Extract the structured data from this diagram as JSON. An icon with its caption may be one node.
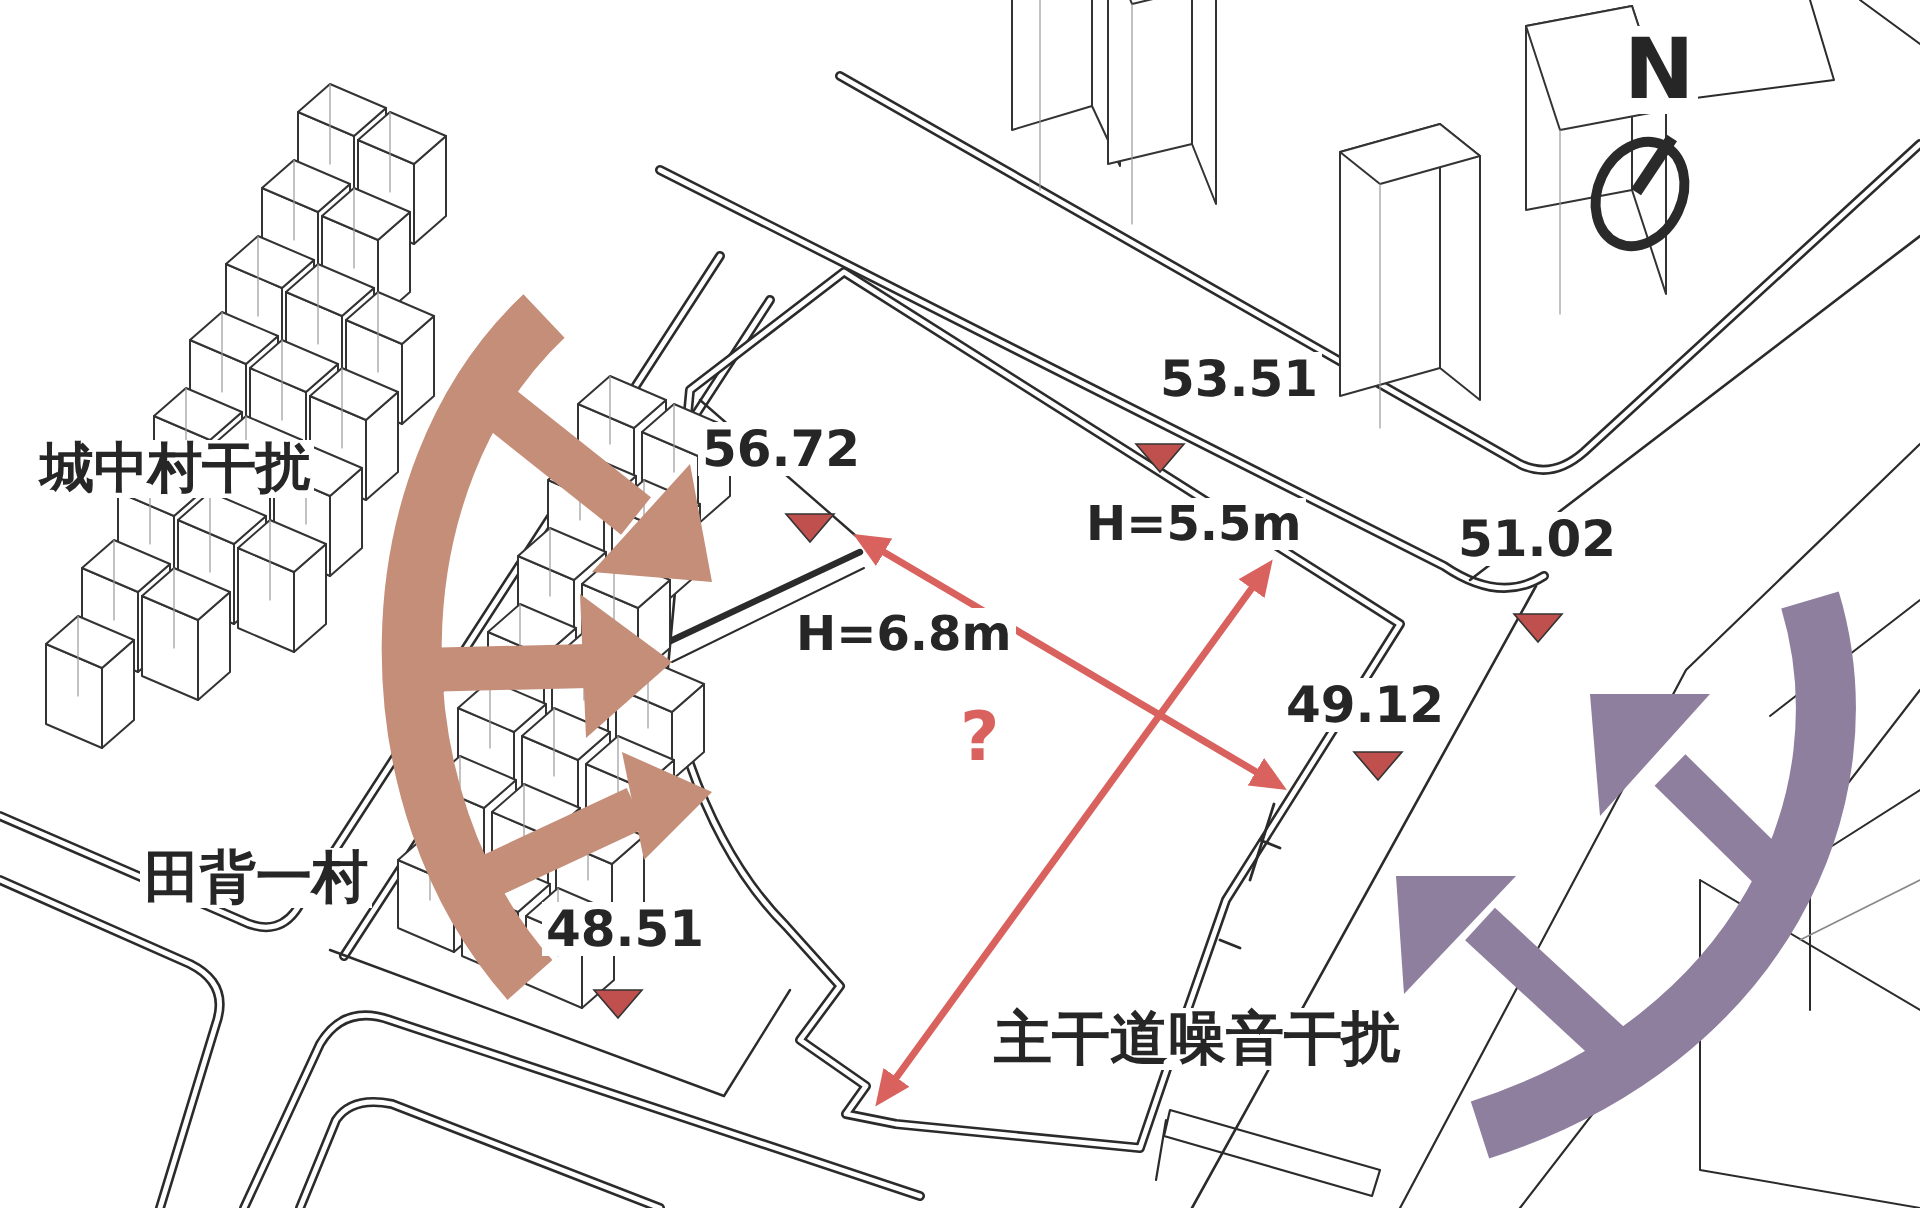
{
  "diagram": {
    "labels": [
      "N",
      "53.51",
      "56.72",
      "城中村干扰",
      "H=5.5m",
      "51.02",
      "H=6.8m",
      "49.12",
      "?",
      "田背一村",
      "48.51",
      "主干道噪音干扰"
    ]
  }
}
